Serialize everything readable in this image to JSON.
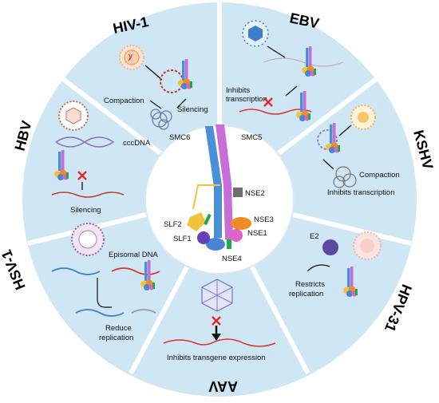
{
  "viruses": {
    "hiv1": "HIV-1",
    "ebv": "EBV",
    "kshv": "KSHV",
    "hpv31": "HPV-31",
    "aav": "AAV",
    "hsv1": "HSV-1",
    "hbv": "HBV"
  },
  "labels": {
    "hiv_compaction": "Compaction",
    "hiv_silencing": "Silencing",
    "ebv_inhibits": "Inhibits",
    "ebv_transcription": "transcription",
    "kshv_compaction": "Compaction",
    "kshv_inhibits": "Inhibits transcription",
    "hpv_e2": "E2",
    "hpv_restricts": "Restricts",
    "hpv_replication": "replication",
    "aav_inhibits": "Inhibits transgene expression",
    "hsv_episomal": "Episomal DNA",
    "hsv_reduce": "Reduce",
    "hsv_replication": "replication",
    "hbv_cccdna": "cccDNA",
    "hbv_silencing": "Silencing"
  },
  "complex": {
    "smc6": "SMC6",
    "smc5": "SMC5",
    "nse2": "NSE2",
    "nse3": "NSE3",
    "nse1": "NSE1",
    "nse4": "NSE4",
    "slf2": "SLF2",
    "slf1": "SLF1"
  },
  "colors": {
    "sector_bg": "#cfe6f5",
    "smc6": "#4a90d9",
    "smc5": "#c86dd7",
    "nse2": "#6e6e6e",
    "nse3": "#f08a24",
    "nse1": "#de62c8",
    "nse4": "#4a84d4",
    "slf2": "#f4c23a",
    "slf1": "#6a3fb8",
    "green": "#1faa4a",
    "dna_red": "#d9342b",
    "dna_blue": "#3a7fc8",
    "inhibit_x": "#e02a2a"
  }
}
